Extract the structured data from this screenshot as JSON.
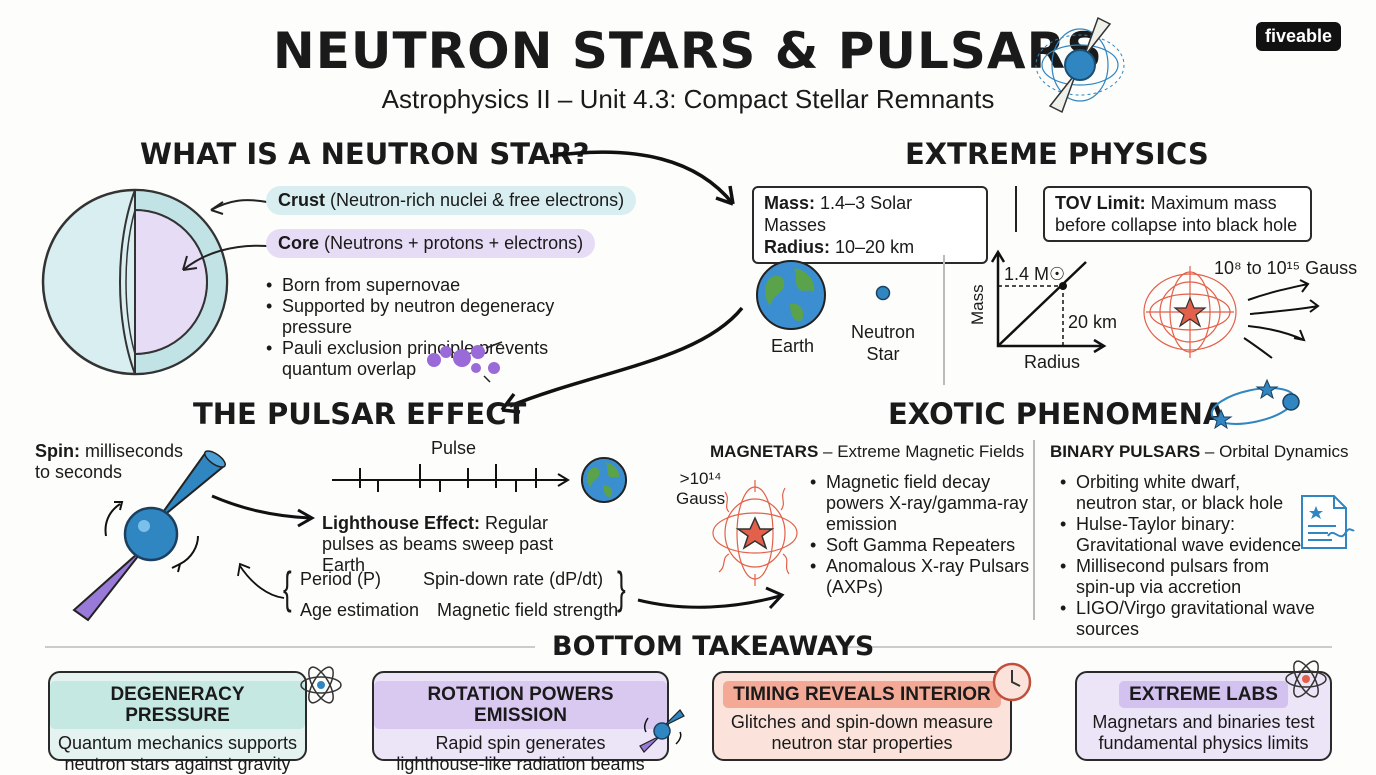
{
  "header": {
    "title": "NEUTRON STARS & PULSARS",
    "subtitle": "Astrophysics II – Unit 4.3: Compact Stellar Remnants",
    "logo": "fiveable"
  },
  "what_is": {
    "heading": "WHAT IS A NEUTRON STAR?",
    "crust_label": "Crust",
    "crust_text": " (Neutron-rich nuclei & free electrons)",
    "core_label": "Core",
    "core_text": " (Neutrons + protons + electrons)",
    "bullets": [
      "Born from supernovae",
      "Supported by neutron degeneracy pressure",
      "Pauli exclusion principle prevents quantum overlap"
    ]
  },
  "extreme": {
    "heading": "EXTREME PHYSICS",
    "mass_label": "Mass:",
    "mass_value": " 1.4–3 Solar Masses",
    "radius_label": "Radius:",
    "radius_value": " 10–20 km",
    "tov_label": "TOV Limit:",
    "tov_text": " Maximum mass before collapse into black hole",
    "earth_label": "Earth",
    "ns_label_1": "Neutron",
    "ns_label_2": "Star",
    "graph_y": "Mass",
    "graph_x": "Radius",
    "graph_mass": "1.4 M☉",
    "graph_radius": "20 km",
    "field_range": "10⁸ to 10¹⁵ Gauss"
  },
  "pulsar": {
    "heading": "THE PULSAR EFFECT",
    "spin_label": "Spin:",
    "spin_text": " milliseconds to seconds",
    "pulse_label": "Pulse",
    "lighthouse_label": "Lighthouse Effect:",
    "lighthouse_text": " Regular pulses as beams sweep past Earth",
    "period": "Period (P)",
    "spindown": "Spin-down rate (dP/dt)",
    "age": "Age estimation",
    "magfield": "Magnetic field strength"
  },
  "exotic": {
    "heading": "EXOTIC PHENOMENA",
    "magnetars_label": "MAGNETARS",
    "magnetars_sub": " – Extreme Magnetic Fields",
    "gauss_label_1": ">10¹⁴",
    "gauss_label_2": "Gauss",
    "magnetar_bullets": [
      "Magnetic field decay powers X-ray/gamma-ray emission",
      "Soft Gamma Repeaters",
      "Anomalous X-ray Pulsars (AXPs)"
    ],
    "binary_label": "BINARY PULSARS",
    "binary_sub": " – Orbital Dynamics",
    "binary_bullets": [
      "Orbiting white dwarf, neutron star, or black hole",
      "Hulse-Taylor binary: Gravitational wave evidence",
      "Millisecond pulsars from spin-up via accretion",
      "LIGO/Virgo gravitational wave sources"
    ]
  },
  "takeaways": {
    "heading": "BOTTOM TAKEAWAYS",
    "cards": [
      {
        "title": "DEGENERACY PRESSURE",
        "line1": "Quantum mechanics supports",
        "line2": "neutron stars against gravity"
      },
      {
        "title": "ROTATION POWERS EMISSION",
        "line1": "Rapid spin generates",
        "line2": "lighthouse-like radiation beams"
      },
      {
        "title": "TIMING REVEALS INTERIOR",
        "line1": "Glitches and spin-down measure",
        "line2": "neutron star properties"
      },
      {
        "title": "EXTREME LABS",
        "line1": "Magnetars and binaries test",
        "line2": "fundamental physics limits"
      }
    ]
  },
  "colors": {
    "crust_fill": "#d8eef0",
    "core_fill": "#e6dcf6",
    "star_blue": "#2f86c0",
    "beam_purple": "#9a7ad8",
    "magnetar_red": "#e3604a",
    "card_teal": "#e4f3ef",
    "card_purple": "#ece4f7",
    "card_salmon": "#fbe3db",
    "card_lilac": "#ece4f7"
  }
}
